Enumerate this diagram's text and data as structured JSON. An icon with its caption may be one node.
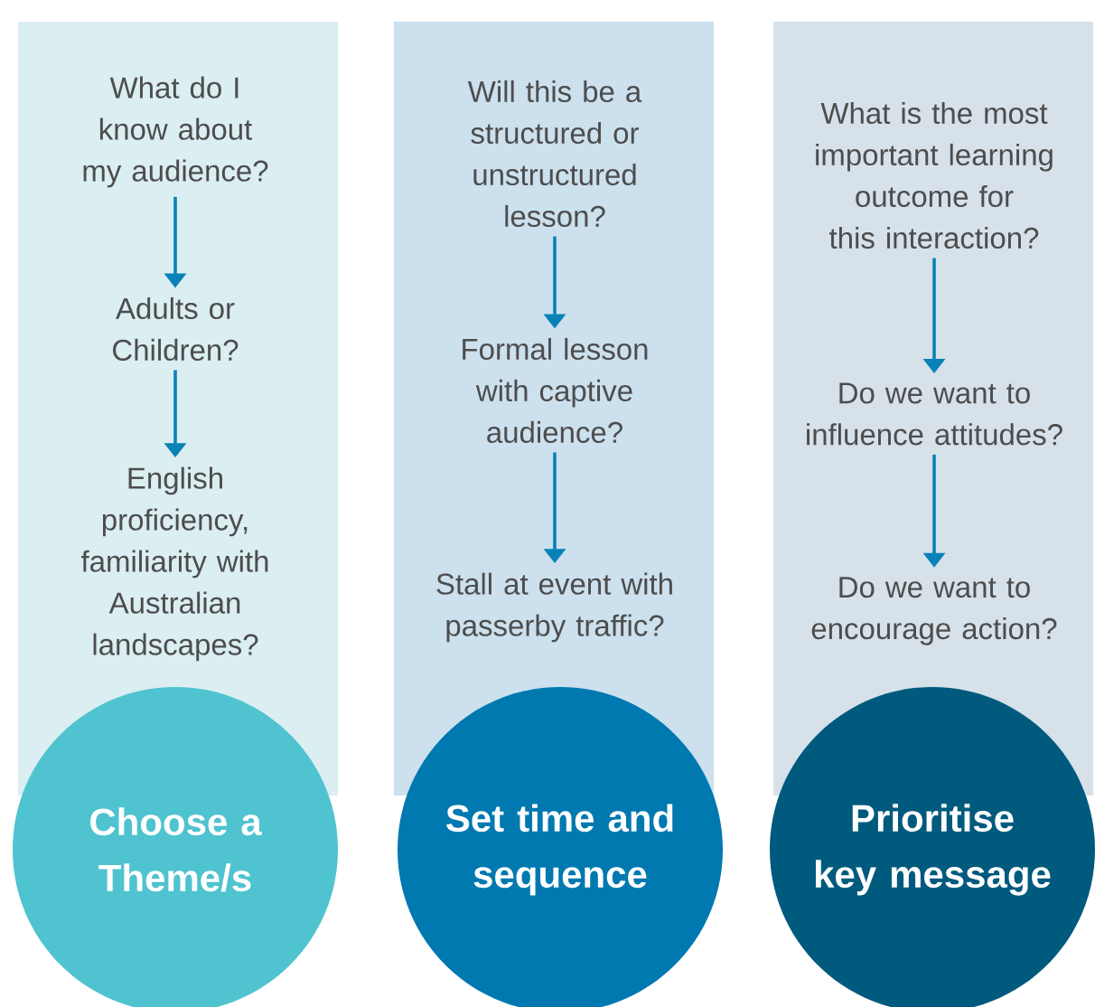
{
  "diagram": {
    "nodes": [
      {
        "text": [
          "What do I know about my audience?"
        ]
      },
      {
        "text": [
          "Adults or Children?"
        ]
      },
      {
        "text": [
          "English proficiency, familiarity with Australian landscapes?"
        ]
      },
      {
        "text": [
          "Choose a Theme/s"
        ]
      },
      {
        "text": [
          "Will this be a structured or unstructured lesson?"
        ]
      },
      {
        "text": [
          "Formal lesson with captive audience?"
        ]
      },
      {
        "text": [
          "Stall at event with passerby traffic?"
        ]
      },
      {
        "text": [
          "Set time and sequence"
        ]
      },
      {
        "text": [
          "What is the most important learning outcome for this interaction?"
        ]
      },
      {
        "text": [
          "Do we want to influence attitudes?"
        ]
      },
      {
        "text": [
          "Do we want to encourage action?"
        ]
      },
      {
        "text": [
          "Prioritise key message"
        ]
      }
    ],
    "edges": [
      {
        "from": 0,
        "to": 1,
        "arrow": "to"
      },
      {
        "from": 1,
        "to": 2,
        "arrow": "to"
      },
      {
        "from": 4,
        "to": 5,
        "arrow": "to"
      },
      {
        "from": 5,
        "to": 6,
        "arrow": "to"
      },
      {
        "from": 8,
        "to": 9,
        "arrow": "to"
      },
      {
        "from": 9,
        "to": 10,
        "arrow": "to"
      }
    ]
  }
}
